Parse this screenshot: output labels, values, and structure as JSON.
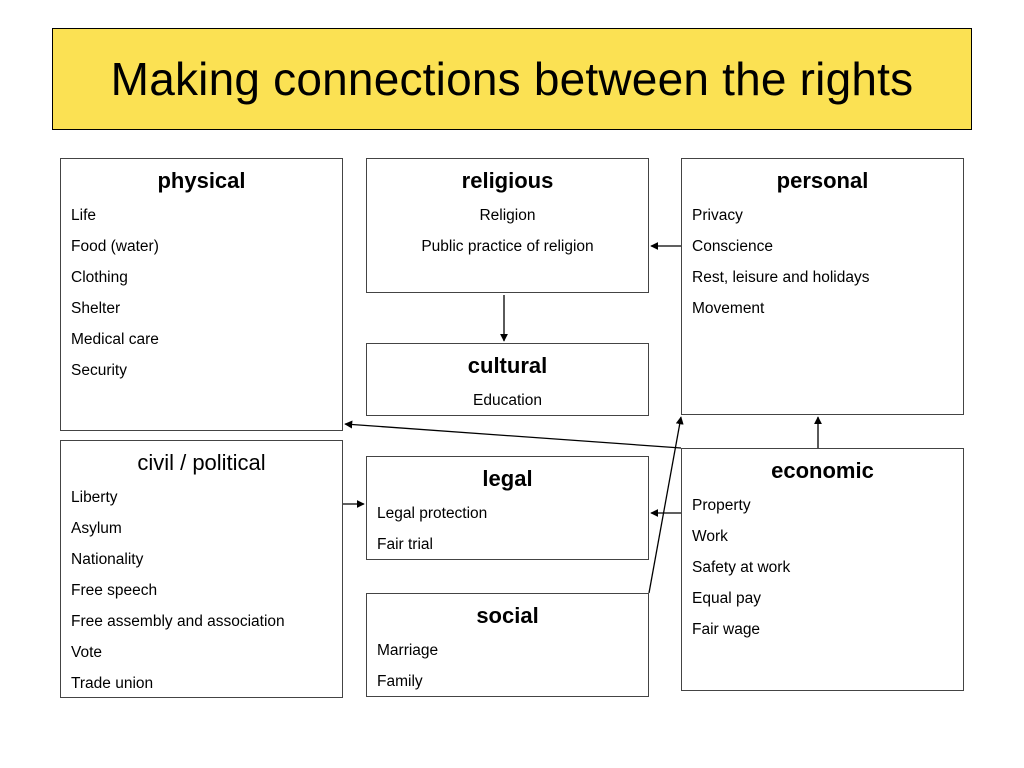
{
  "title": "Making connections between the rights",
  "boxes": {
    "physical": {
      "heading": "physical",
      "items": [
        "Life",
        "Food (water)",
        "Clothing",
        "Shelter",
        "Medical care",
        "Security"
      ]
    },
    "religious": {
      "heading": "religious",
      "items": [
        "Religion",
        "Public practice of religion"
      ]
    },
    "personal": {
      "heading": "personal",
      "items": [
        "Privacy",
        "Conscience",
        "Rest, leisure and holidays",
        "Movement"
      ]
    },
    "cultural": {
      "heading": "cultural",
      "items": [
        "Education"
      ]
    },
    "civil": {
      "heading": "civil / political",
      "items": [
        "Liberty",
        "Asylum",
        "Nationality",
        "Free speech",
        "Free assembly and association",
        "Vote",
        "Trade union"
      ]
    },
    "legal": {
      "heading": "legal",
      "items": [
        "Legal protection",
        "Fair trial"
      ]
    },
    "economic": {
      "heading": "economic",
      "items": [
        "Property",
        "Work",
        "Safety at work",
        "Equal pay",
        "Fair wage"
      ]
    },
    "social": {
      "heading": "social",
      "items": [
        "Marriage",
        "Family"
      ]
    }
  },
  "connections": [
    {
      "from": "personal",
      "to": "religious"
    },
    {
      "from": "religious",
      "to": "cultural"
    },
    {
      "from": "economic",
      "to": "personal"
    },
    {
      "from": "economic",
      "to": "physical"
    },
    {
      "from": "civil",
      "to": "legal"
    },
    {
      "from": "economic",
      "to": "legal"
    },
    {
      "from": "social",
      "to": "personal"
    }
  ]
}
